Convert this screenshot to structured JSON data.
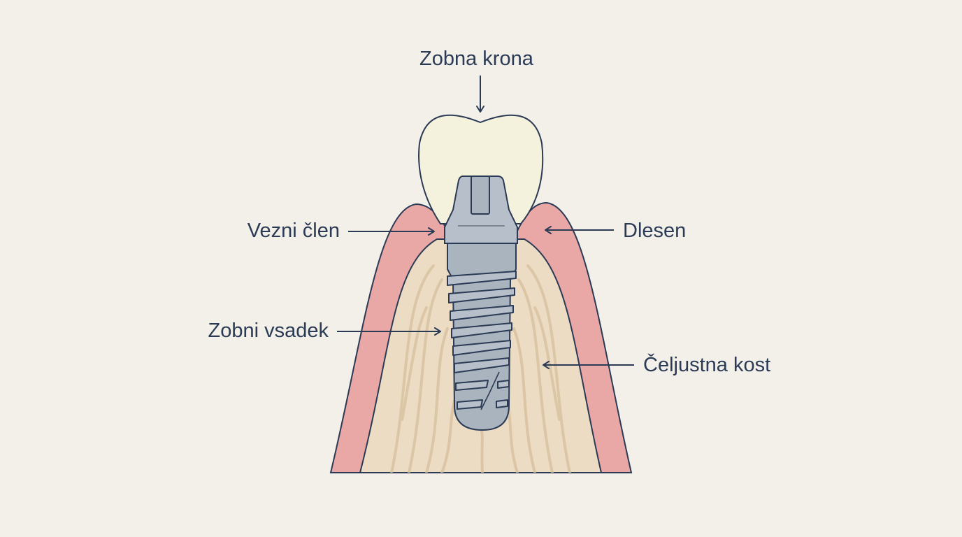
{
  "labels": {
    "crown": "Zobna krona",
    "abutment": "Vezni člen",
    "implant": "Zobni vsadek",
    "gum": "Dlesen",
    "bone": "Čeljustna kost"
  },
  "colors": {
    "background": "#f3f0ea",
    "gum": "#e9a8a6",
    "bone": "#ecdcc4",
    "bone_grain": "#d9c2a0",
    "crown": "#f4f1dc",
    "metal": "#a9b4bf",
    "metal_dark": "#7d8894",
    "outline": "#2b3a55"
  },
  "icons": {
    "arrow": "arrow-icon"
  }
}
